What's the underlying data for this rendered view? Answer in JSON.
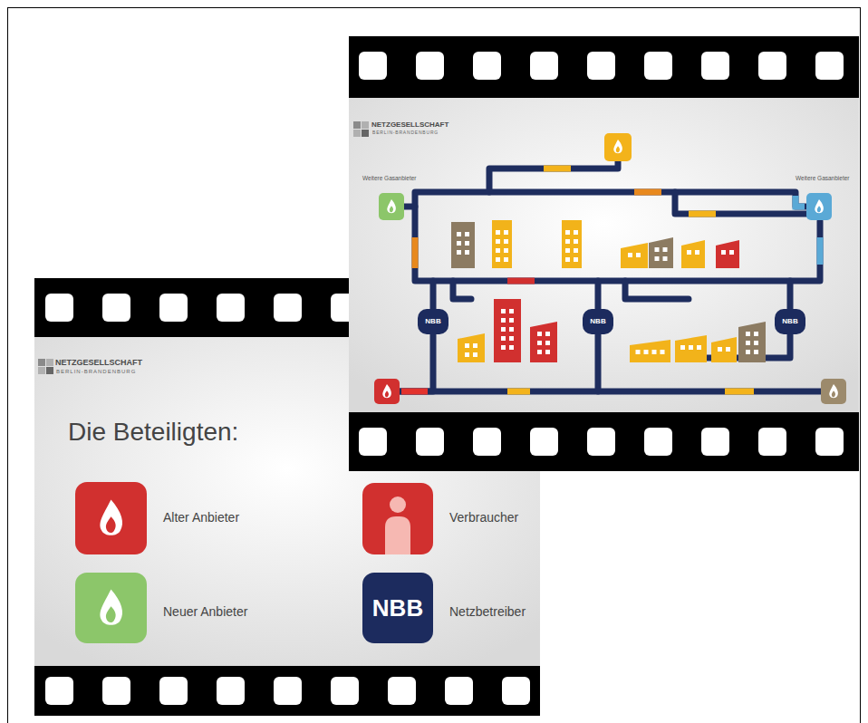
{
  "diagram": {
    "nodes": [
      {
        "text": [
          "NBB"
        ]
      },
      {
        "text": [
          "NBB"
        ]
      },
      {
        "text": [
          "NBB"
        ]
      },
      {
        "text": [
          "NBB"
        ]
      }
    ],
    "labels": [
      "NETZGESELLSCHAFT",
      "BERLIN-BRANDENBURG",
      "Weitere Gasanbieter",
      "Weitere Gasanbieter",
      "NETZGESELLSCHAFT",
      "BERLIN-BRANDENBURG",
      "Die Beteiligten:"
    ],
    "legend": [
      {
        "text": "Alter Anbieter"
      },
      {
        "text": "Verbraucher"
      },
      {
        "text": "Neuer Anbieter"
      },
      {
        "text": "Netzbetreiber"
      }
    ]
  }
}
